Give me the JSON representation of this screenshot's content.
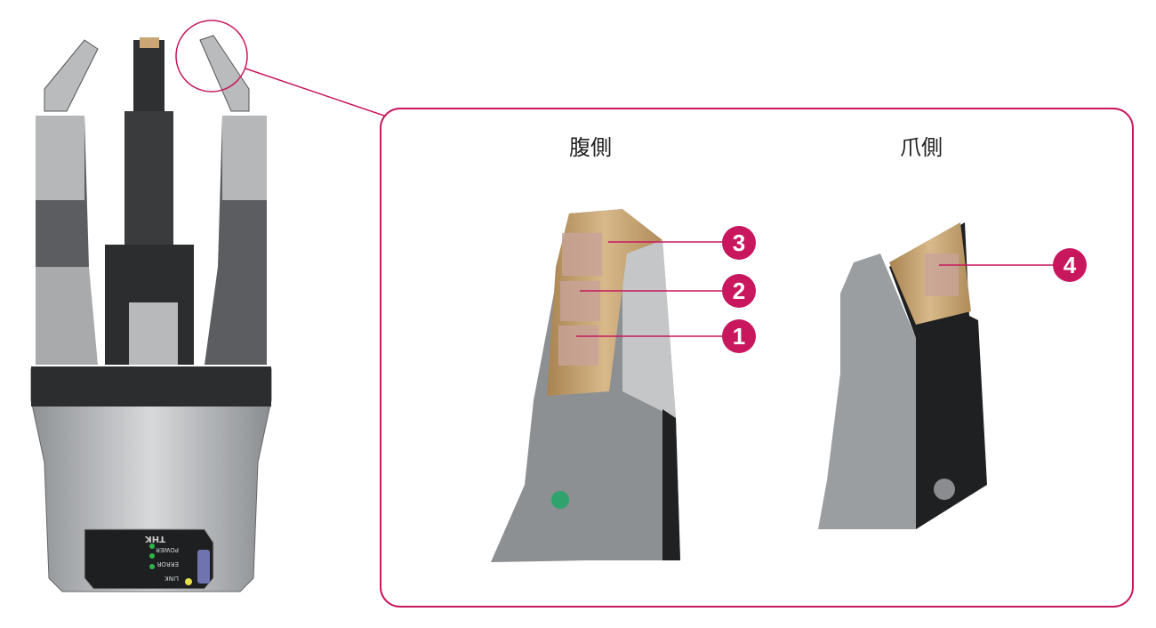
{
  "detail_panel": {
    "left_title": "腹側",
    "right_title": "爪側",
    "callouts": [
      "1",
      "2",
      "3",
      "4"
    ]
  },
  "hand_base_panel": {
    "brand": "THK",
    "leds": [
      "LINK",
      "ERROR",
      "POWER"
    ],
    "led_color": "#2fb34a"
  },
  "colors": {
    "accent": "#c8175d",
    "sensor_pad": "#c9a673"
  }
}
